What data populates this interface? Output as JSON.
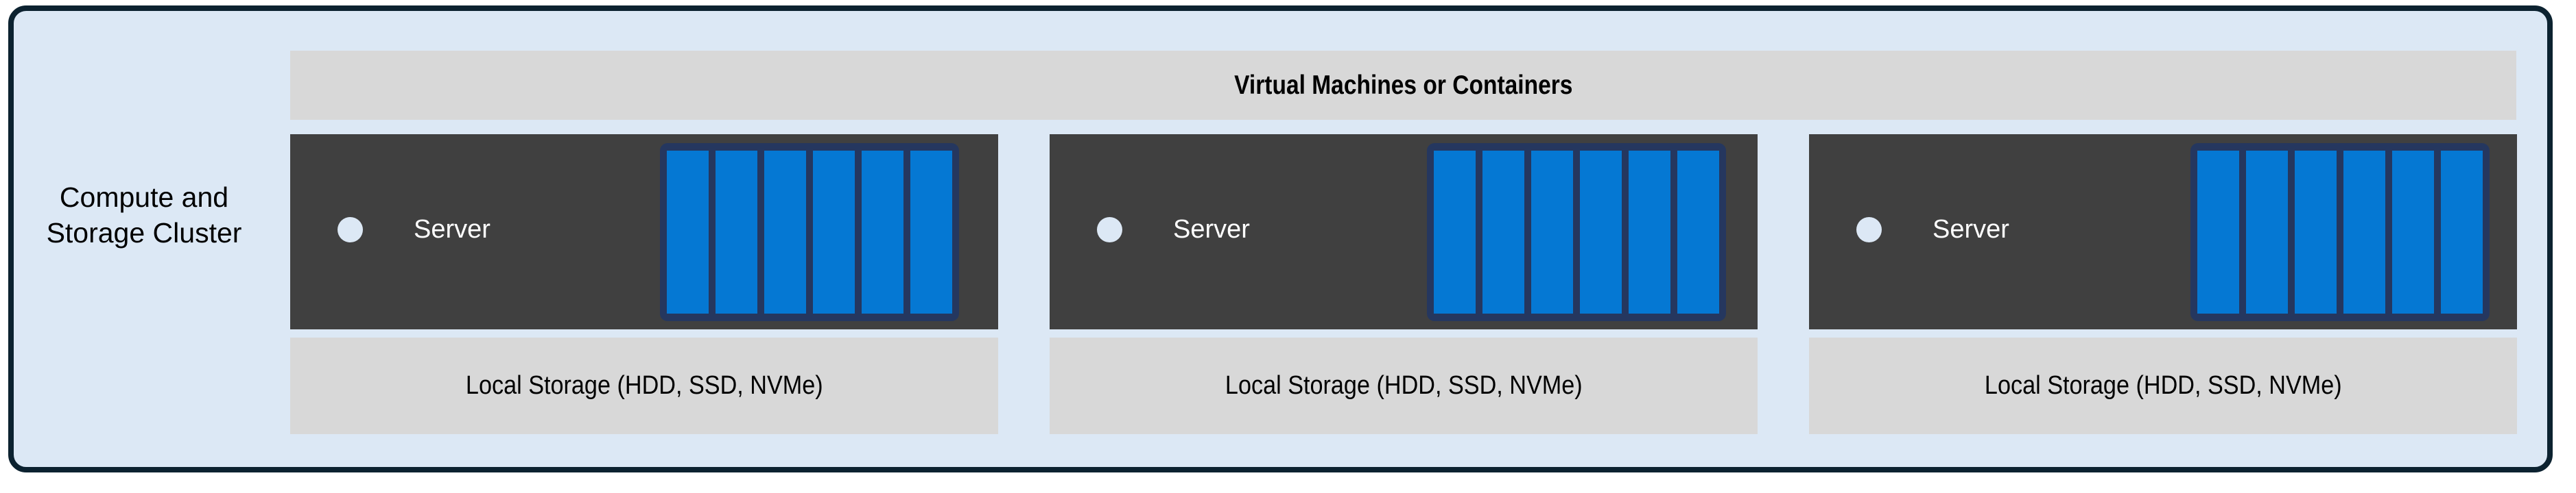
{
  "diagram": {
    "title": "Compute and Storage Cluster",
    "cluster_label": "Compute and\nStorage Cluster",
    "banner": {
      "label": "Virtual Machines or Containers"
    },
    "colors": {
      "frame_border": "#0C2230",
      "frame_fill": "#DCE8F5",
      "banner_fill": "#D8D8D8",
      "server_chassis": "#404040",
      "server_text": "#FFFFFF",
      "drive_bay_frame": "#25375F",
      "drive_fill": "#0578D3",
      "status_led": "#DCE8F5",
      "storage_fill": "#D8D8D8",
      "text": "#000000"
    },
    "nodes": [
      {
        "id": "node-1",
        "server_label": "Server",
        "status_led": "status-indicator",
        "drive_count": 6,
        "storage_label": "Local Storage (HDD, SSD, NVMe)"
      },
      {
        "id": "node-2",
        "server_label": "Server",
        "status_led": "status-indicator",
        "drive_count": 6,
        "storage_label": "Local Storage (HDD, SSD, NVMe)"
      },
      {
        "id": "node-3",
        "server_label": "Server",
        "status_led": "status-indicator",
        "drive_count": 6,
        "storage_label": "Local Storage (HDD, SSD, NVMe)"
      }
    ]
  }
}
